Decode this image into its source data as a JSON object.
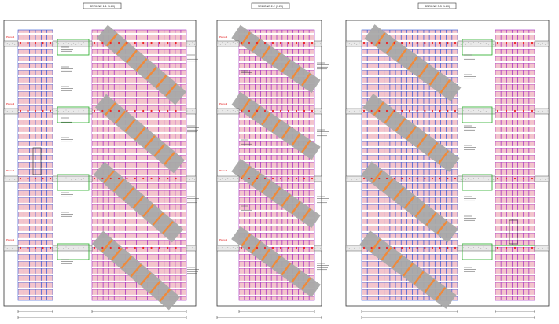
{
  "sheet": {
    "sections": [
      {
        "title": "SEZIONE 1-1 (1:20)",
        "floors": [
          "Piano 4",
          "Piano 3",
          "Piano 2",
          "Piano 1"
        ]
      },
      {
        "title": "SEZIONE 2-2 (1:20)",
        "floors": [
          "Piano 4",
          "Piano 3",
          "Piano 2",
          "Piano 1"
        ]
      },
      {
        "title": "SEZIONE 3-3 (1:20)",
        "floors": []
      }
    ]
  },
  "legend_colors": {
    "column_fill": "#f3c4cc",
    "column_blue": "#2a4fd6",
    "column_purple": "#a020c0",
    "floor_node": "#ee2222",
    "stair": "#a9a9a9",
    "stair_strip": "#f08a3a",
    "slab_fill": "#e9e9e9",
    "green_beam": "#22aa22",
    "dark_line": "#333333"
  }
}
